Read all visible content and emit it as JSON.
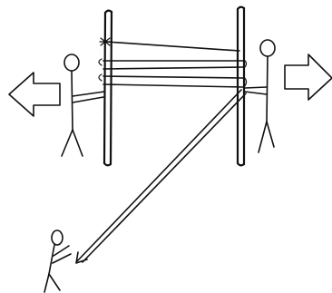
{
  "figure": {
    "background_color": "#ffffff",
    "ink_color": "#111111",
    "posts": [
      "left-post",
      "right-post"
    ],
    "strands": 5,
    "people": [
      "left-person",
      "right-person",
      "bottom-person"
    ],
    "arrows": [
      "left-arrow",
      "right-arrow",
      "long-arrow"
    ]
  }
}
